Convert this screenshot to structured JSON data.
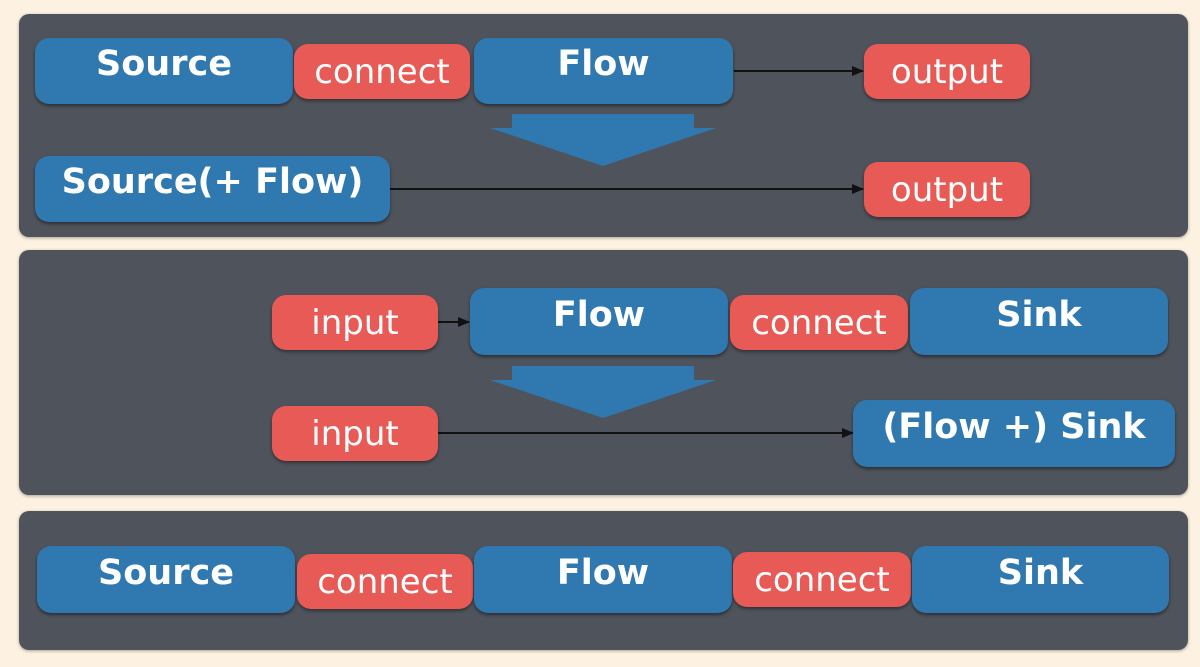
{
  "colors": {
    "background": "#fdf2e1",
    "panel": "#4f535b",
    "box": "#2f78b0",
    "pill": "#e85a55",
    "text": "#ffffff",
    "arrow": "#111111"
  },
  "panel1": {
    "source": "Source",
    "connect": "connect",
    "flow": "Flow",
    "output": "output",
    "combined": "Source(+ Flow)",
    "combined_output": "output"
  },
  "panel2": {
    "input": "input",
    "flow": "Flow",
    "connect": "connect",
    "sink": "Sink",
    "combined_input": "input",
    "combined": "(Flow +) Sink"
  },
  "panel3": {
    "source": "Source",
    "connect_1": "connect",
    "flow": "Flow",
    "connect_2": "connect",
    "sink": "Sink"
  }
}
